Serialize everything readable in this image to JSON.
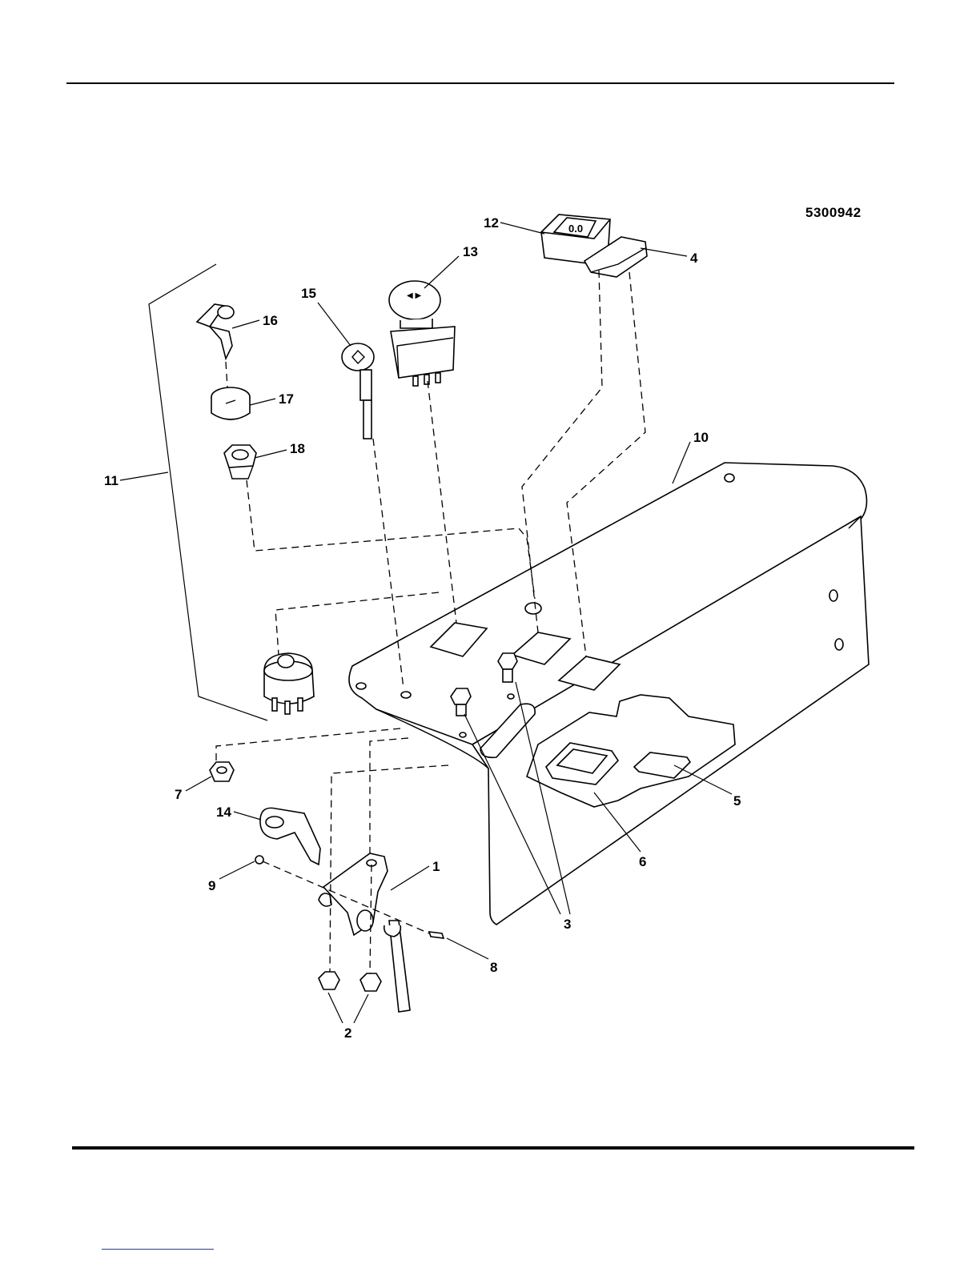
{
  "figure_id": "5300942",
  "callouts": {
    "c1": "1",
    "c2": "2",
    "c3": "3",
    "c4": "4",
    "c5": "5",
    "c6": "6",
    "c7": "7",
    "c8": "8",
    "c9": "9",
    "c10": "10",
    "c11": "11",
    "c12": "12",
    "c13": "13",
    "c14": "14",
    "c15": "15",
    "c16": "16",
    "c17": "17",
    "c18": "18"
  },
  "hour_meter_reading": "0.0"
}
